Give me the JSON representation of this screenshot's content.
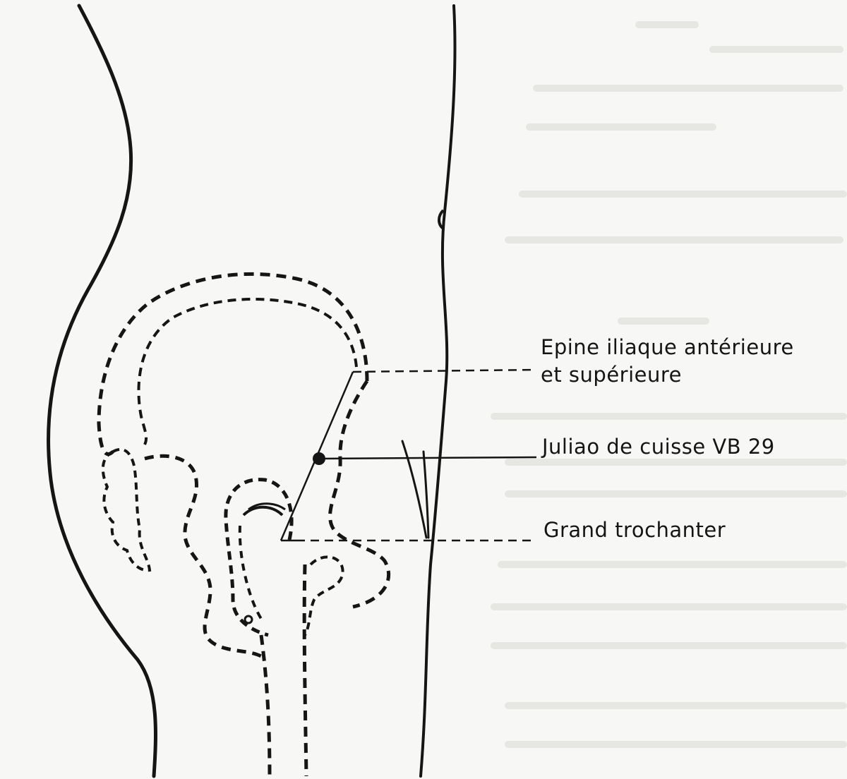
{
  "labels": {
    "epine_line1": "Epine iliaque antérieure",
    "epine_line2": "et supérieure",
    "juxiao": "Juliao de cuisse VB 29",
    "trochanter": "Grand trochanter"
  },
  "colors": {
    "ink": "#151515",
    "paper": "#f7f7f5",
    "ghost_text": "#d8d8d4"
  }
}
